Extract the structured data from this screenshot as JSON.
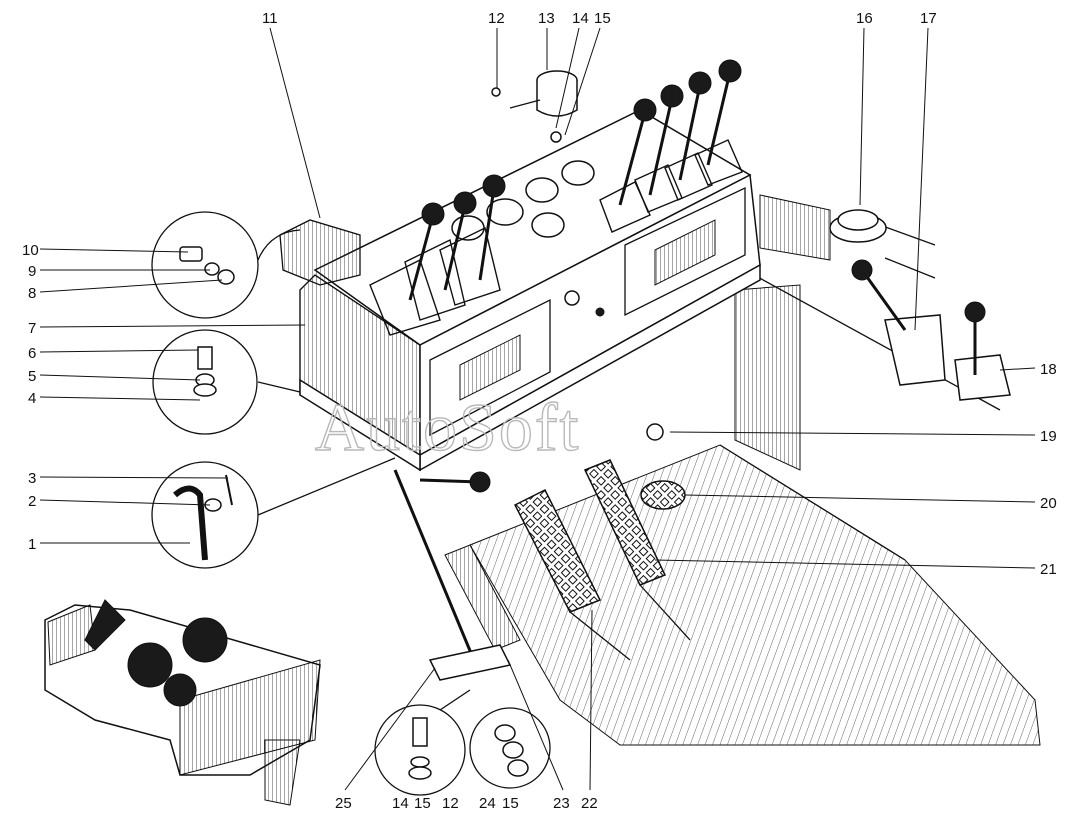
{
  "watermark": "AutoSoft",
  "callouts": [
    "1",
    "2",
    "3",
    "4",
    "5",
    "6",
    "7",
    "8",
    "9",
    "10",
    "11",
    "12",
    "13",
    "14",
    "15",
    "16",
    "17",
    "18",
    "19",
    "20",
    "21",
    "22",
    "23",
    "24",
    "25"
  ],
  "detail_b": {
    "n1": "14",
    "n2": "15",
    "n3": "12"
  },
  "detail_c": {
    "n1": "24",
    "n2": "15"
  }
}
